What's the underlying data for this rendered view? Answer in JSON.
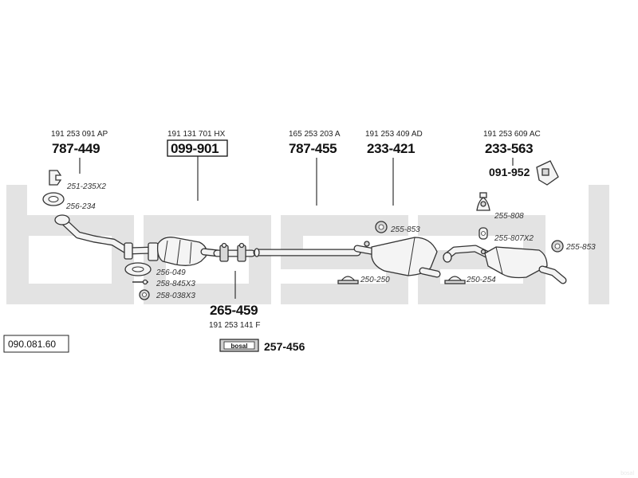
{
  "reference": {
    "number": "090.081.60"
  },
  "background": {
    "watermark": "bosal"
  },
  "parts": {
    "front_pipe": {
      "oem": "191 253 091 AP",
      "number": "787-449"
    },
    "catalyst": {
      "oem": "191 131 701 HX",
      "number": "099-901",
      "boxed": true
    },
    "middle_pipe": {
      "oem": "165 253 203 A",
      "number": "787-455"
    },
    "centre_silencer": {
      "oem": "191 253 409 AD",
      "number": "233-421"
    },
    "rear_silencer": {
      "oem": "191 253 609 AC",
      "number": "233-563"
    },
    "connector": {
      "oem": "191 253 141 F",
      "number": "265-459"
    },
    "heat_shield": {
      "number": "091-952"
    },
    "mounting_kit": {
      "number": "257-456",
      "badge": "bosal"
    }
  },
  "accessories": {
    "a1": "251-235X2",
    "a2": "256-234",
    "a3": "256-049",
    "a4": "258-845X3",
    "a5": "258-038X3",
    "a6": "255-853",
    "a7": "250-250",
    "a8": "255-808",
    "a9": "255-807X2",
    "a10": "255-853",
    "a11": "250-254"
  }
}
